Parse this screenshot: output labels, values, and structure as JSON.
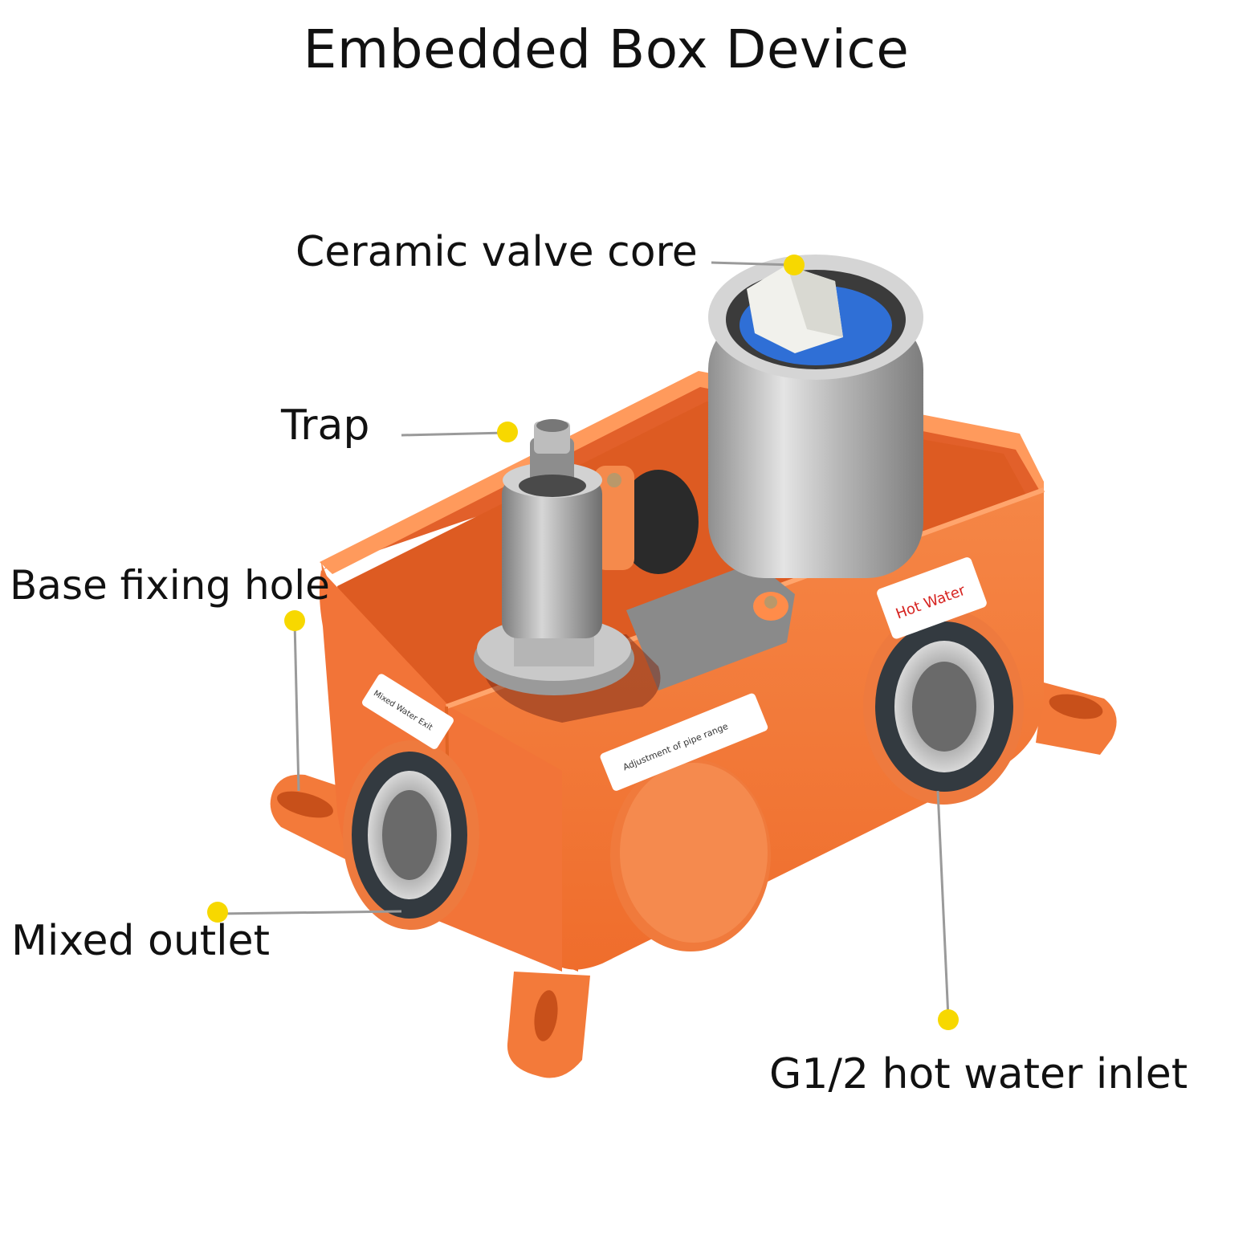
{
  "title": "Embedded Box Device",
  "callouts": {
    "ceramic_valve_core": "Ceramic valve core",
    "trap": "Trap",
    "base_fixing_hole": "Base fixing hole",
    "mixed_outlet": "Mixed outlet",
    "hot_water_inlet": "G1/2  hot water inlet"
  },
  "stickers": {
    "hot_water": "Hot Water",
    "mixed_water": "Mixed Water Exit",
    "pipe_range": "Adjustment of pipe range"
  },
  "colors": {
    "box_orange": "#f37a3a",
    "box_shadow": "#d95d22",
    "marker_yellow": "#f7d800",
    "leader_gray": "#9a9a9a",
    "steel": "#b9b9b9"
  }
}
